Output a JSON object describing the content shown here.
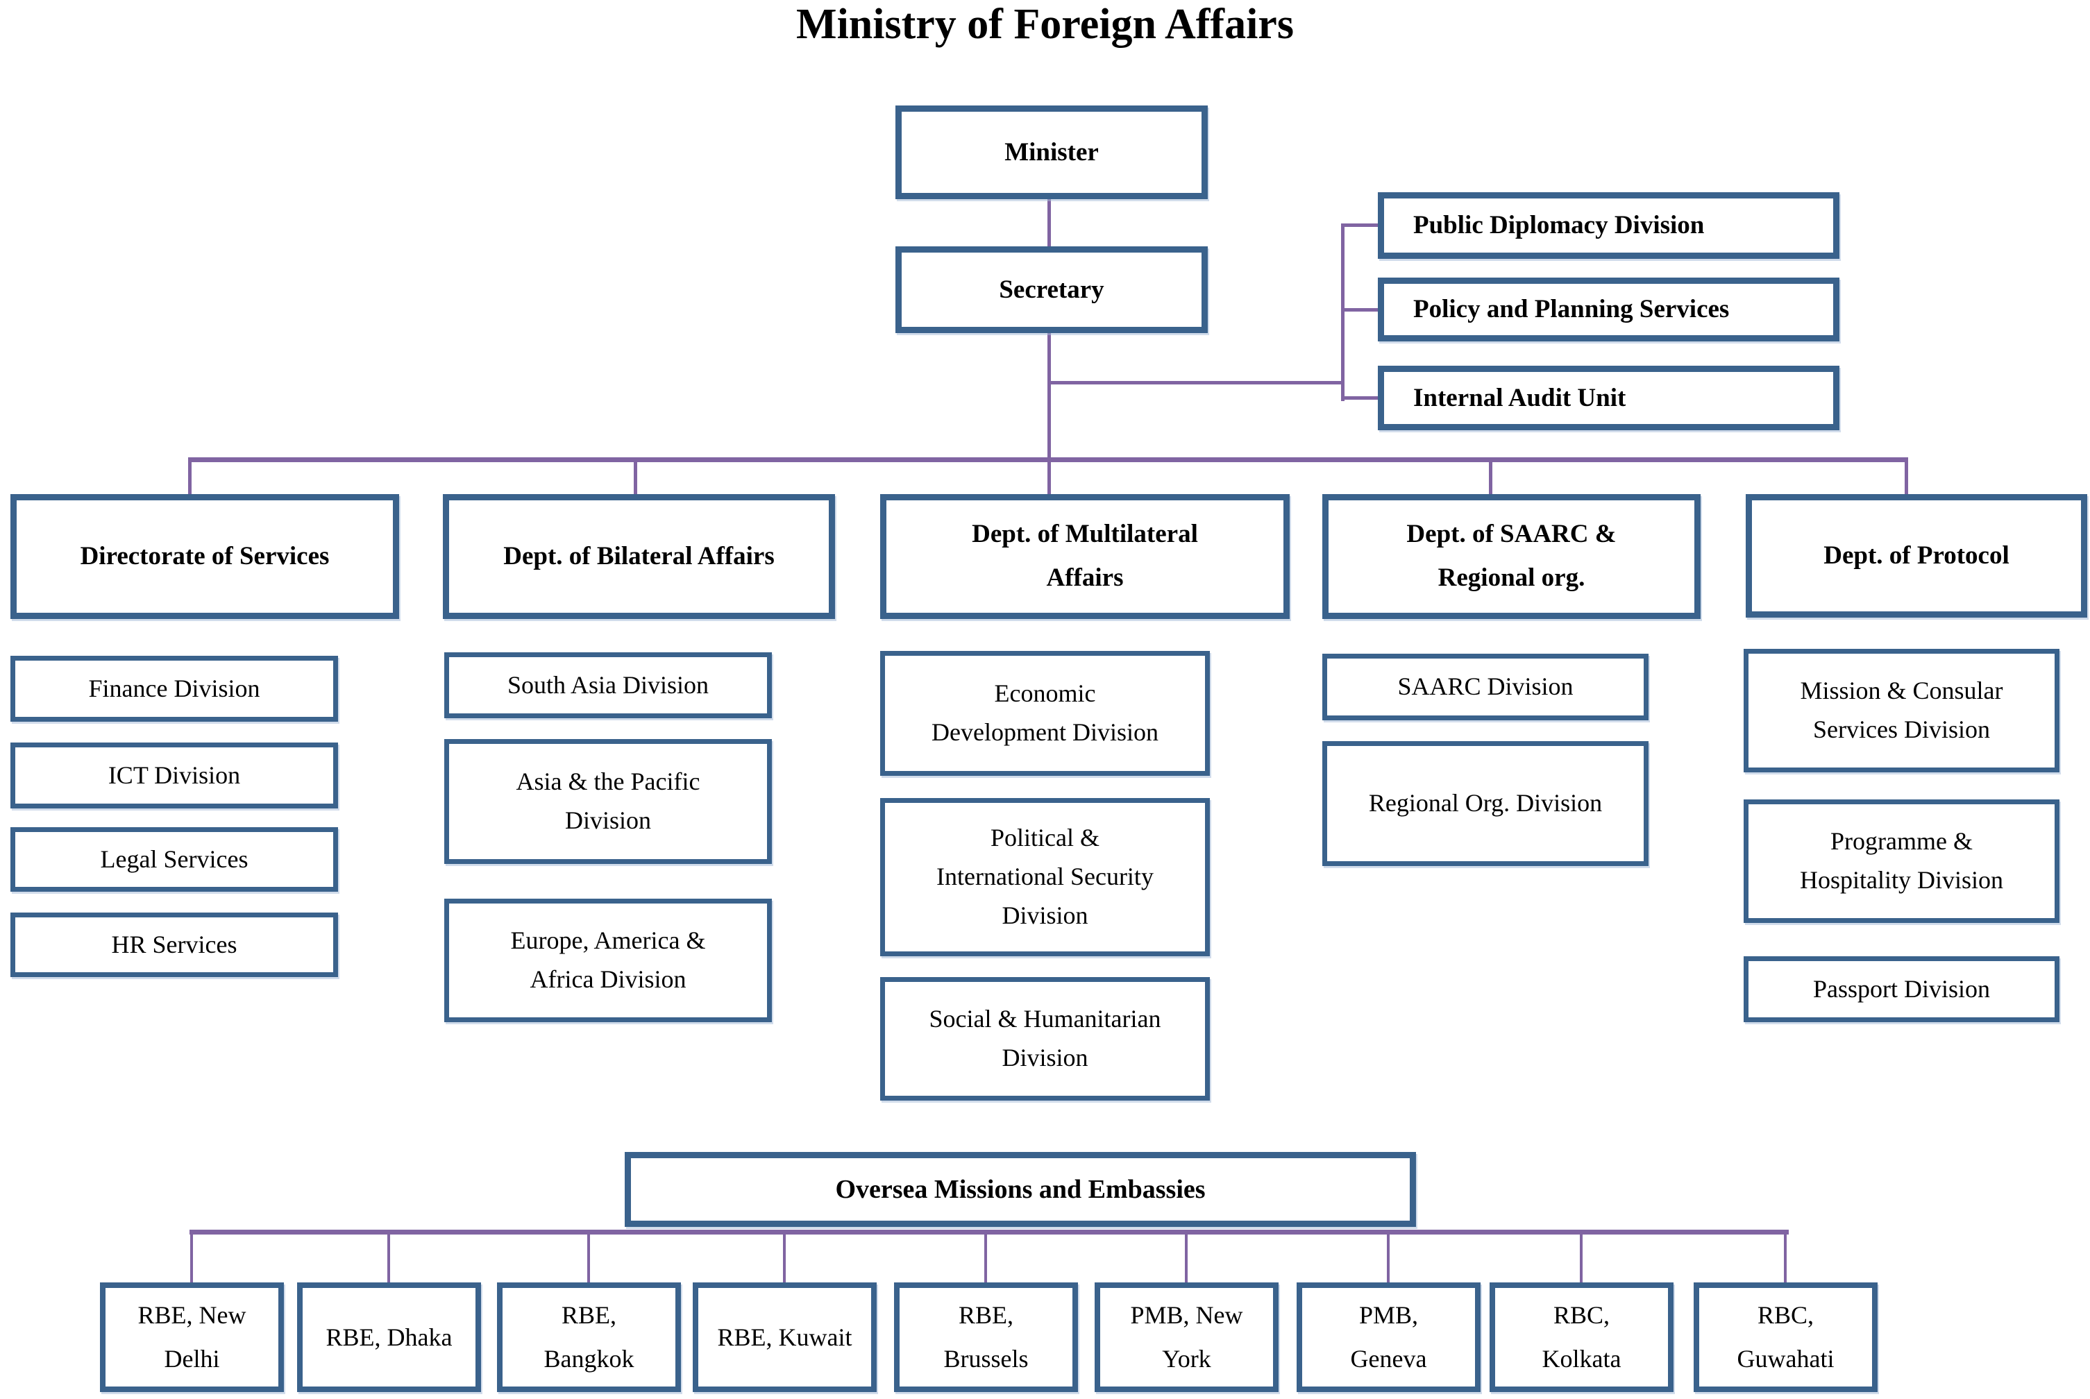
{
  "title": "Ministry of Foreign Affairs",
  "colors": {
    "box_border": "#3A628C",
    "connector": "#8064A2",
    "text": "#000000",
    "background": "#FFFFFF"
  },
  "hierarchy": {
    "minister": "Minister",
    "secretary": "Secretary"
  },
  "staff_units": [
    "Public Diplomacy Division",
    "Policy and Planning Services",
    "Internal Audit Unit"
  ],
  "departments": [
    {
      "name": "Directorate of Services",
      "divisions": [
        "Finance Division",
        "ICT Division",
        "Legal Services",
        "HR Services"
      ]
    },
    {
      "name": "Dept. of Bilateral Affairs",
      "divisions": [
        "South Asia Division",
        "Asia & the Pacific Division",
        "Europe, America & Africa Division"
      ]
    },
    {
      "name": "Dept. of Multilateral Affairs",
      "divisions": [
        "Economic Development Division",
        "Political & International Security Division",
        "Social & Humanitarian Division"
      ]
    },
    {
      "name": "Dept. of SAARC & Regional org.",
      "divisions": [
        "SAARC Division",
        "Regional Org. Division"
      ]
    },
    {
      "name": "Dept. of Protocol",
      "divisions": [
        "Mission & Consular Services Division",
        "Programme & Hospitality Division",
        "Passport Division"
      ]
    }
  ],
  "overseas": {
    "header": "Oversea Missions and Embassies",
    "missions": [
      "RBE, New Delhi",
      "RBE, Dhaka",
      "RBE, Bangkok",
      "RBE, Kuwait",
      "RBE, Brussels",
      "PMB, New York",
      "PMB, Geneva",
      "RBC, Kolkata",
      "RBC, Guwahati"
    ]
  }
}
